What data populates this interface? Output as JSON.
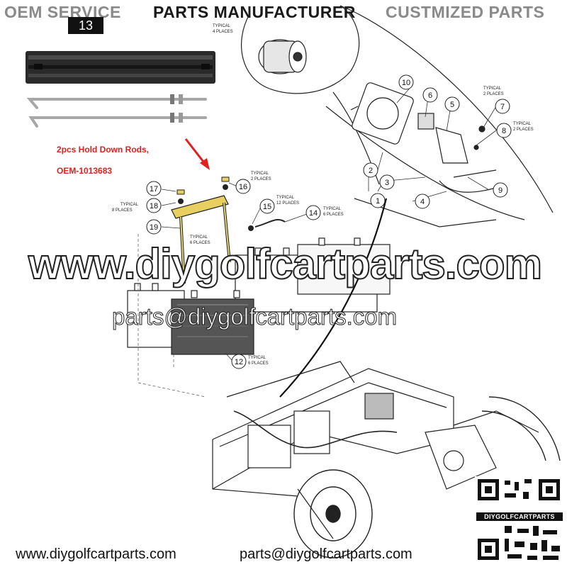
{
  "header": {
    "left": "OEM SERVICE",
    "center": "PARTS MANUFACTURER",
    "right": "CUSTMIZED PARTS"
  },
  "badge": "13",
  "callout": {
    "line1": "2pcs Hold Down Rods,",
    "line2": "OEM-1013683"
  },
  "notes": {
    "typ4": [
      "TYPICAL",
      "4 PLACES"
    ],
    "typ2a": [
      "TYPICAL",
      "2 PLACES"
    ],
    "typ2b": [
      "TYPICAL",
      "2 PLACES"
    ],
    "typ8": [
      "TYPICAL",
      "8 PLACES"
    ],
    "typ2c": [
      "TYPICAL",
      "2 PLACES"
    ],
    "typ12": [
      "TYPICAL",
      "12 PLACES"
    ],
    "typ6a": [
      "TYPICAL",
      "6 PLACES"
    ],
    "typ6b": [
      "TYPICAL",
      "6 PLACES"
    ],
    "typ6c": [
      "TYPICAL",
      "6 PLACES"
    ]
  },
  "callouts": {
    "c1": "1",
    "c2": "2",
    "c3": "3",
    "c4": "4",
    "c5": "5",
    "c6": "6",
    "c7": "7",
    "c8": "8",
    "c9": "9",
    "c10": "10",
    "c12": "12",
    "c14": "14",
    "c15": "15",
    "c16": "16",
    "c17": "17",
    "c18": "18",
    "c19": "19"
  },
  "watermark": {
    "site": "www.diygolfcartparts.com",
    "email": "parts@diygolfcartparts.com"
  },
  "footer": {
    "site": "www.diygolfcartparts.com",
    "email": "parts@diygolfcartparts.com"
  },
  "qr_label": "DIYGOLFCARTPARTS"
}
